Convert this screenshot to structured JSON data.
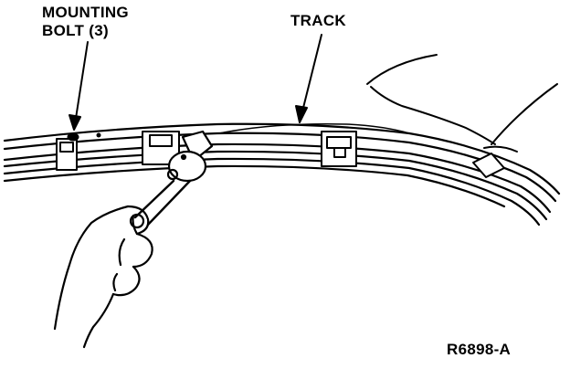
{
  "labels": {
    "mounting_bolt_line1": "MOUNTING",
    "mounting_bolt_line2": "BOLT (3)",
    "track": "TRACK",
    "figure_code": "R6898-A"
  },
  "icons": [
    "ratchet-wrench-icon",
    "hand-icon",
    "mounting-bolt-icon",
    "track-clip-icon"
  ],
  "colors": {
    "ink": "#000000",
    "paper": "#ffffff"
  }
}
